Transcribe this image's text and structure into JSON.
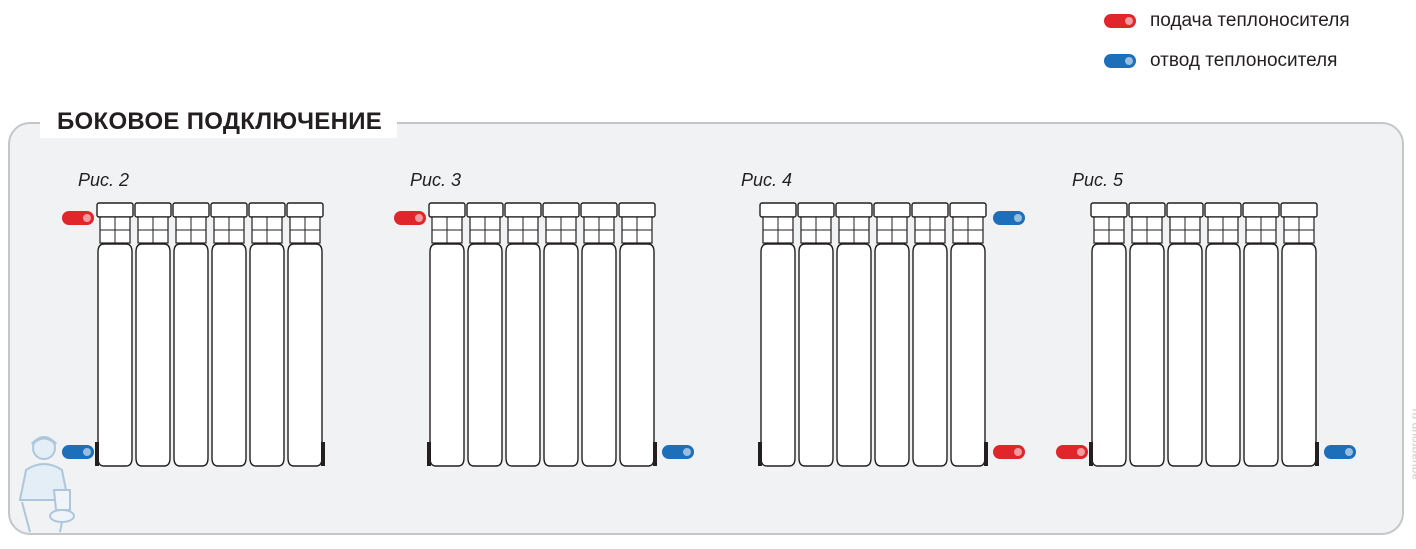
{
  "legend": [
    {
      "label": "подача теплоносителя",
      "color": "#e0252b"
    },
    {
      "label": "отвод теплоносителя",
      "color": "#1c6fb8"
    }
  ],
  "section_title": "БОКОВОЕ ПОДКЛЮЧЕНИЕ",
  "colors": {
    "supply": "#e0252b",
    "return": "#1c6fb8"
  },
  "radiator_sections": 6,
  "figures": [
    {
      "label": "Рис. 2",
      "connections": [
        {
          "role": "supply",
          "side": "left",
          "level": "top"
        },
        {
          "role": "return",
          "side": "left",
          "level": "bottom"
        }
      ]
    },
    {
      "label": "Рис. 3",
      "connections": [
        {
          "role": "supply",
          "side": "left",
          "level": "top"
        },
        {
          "role": "return",
          "side": "right",
          "level": "bottom"
        }
      ]
    },
    {
      "label": "Рис. 4",
      "connections": [
        {
          "role": "return",
          "side": "right",
          "level": "top"
        },
        {
          "role": "supply",
          "side": "right",
          "level": "bottom"
        }
      ]
    },
    {
      "label": "Рис. 5",
      "connections": [
        {
          "role": "supply",
          "side": "left",
          "level": "bottom"
        },
        {
          "role": "return",
          "side": "right",
          "level": "bottom"
        }
      ]
    }
  ],
  "watermark": "aquagroup.ru",
  "plumber_icon": "plumber-mascot-icon"
}
